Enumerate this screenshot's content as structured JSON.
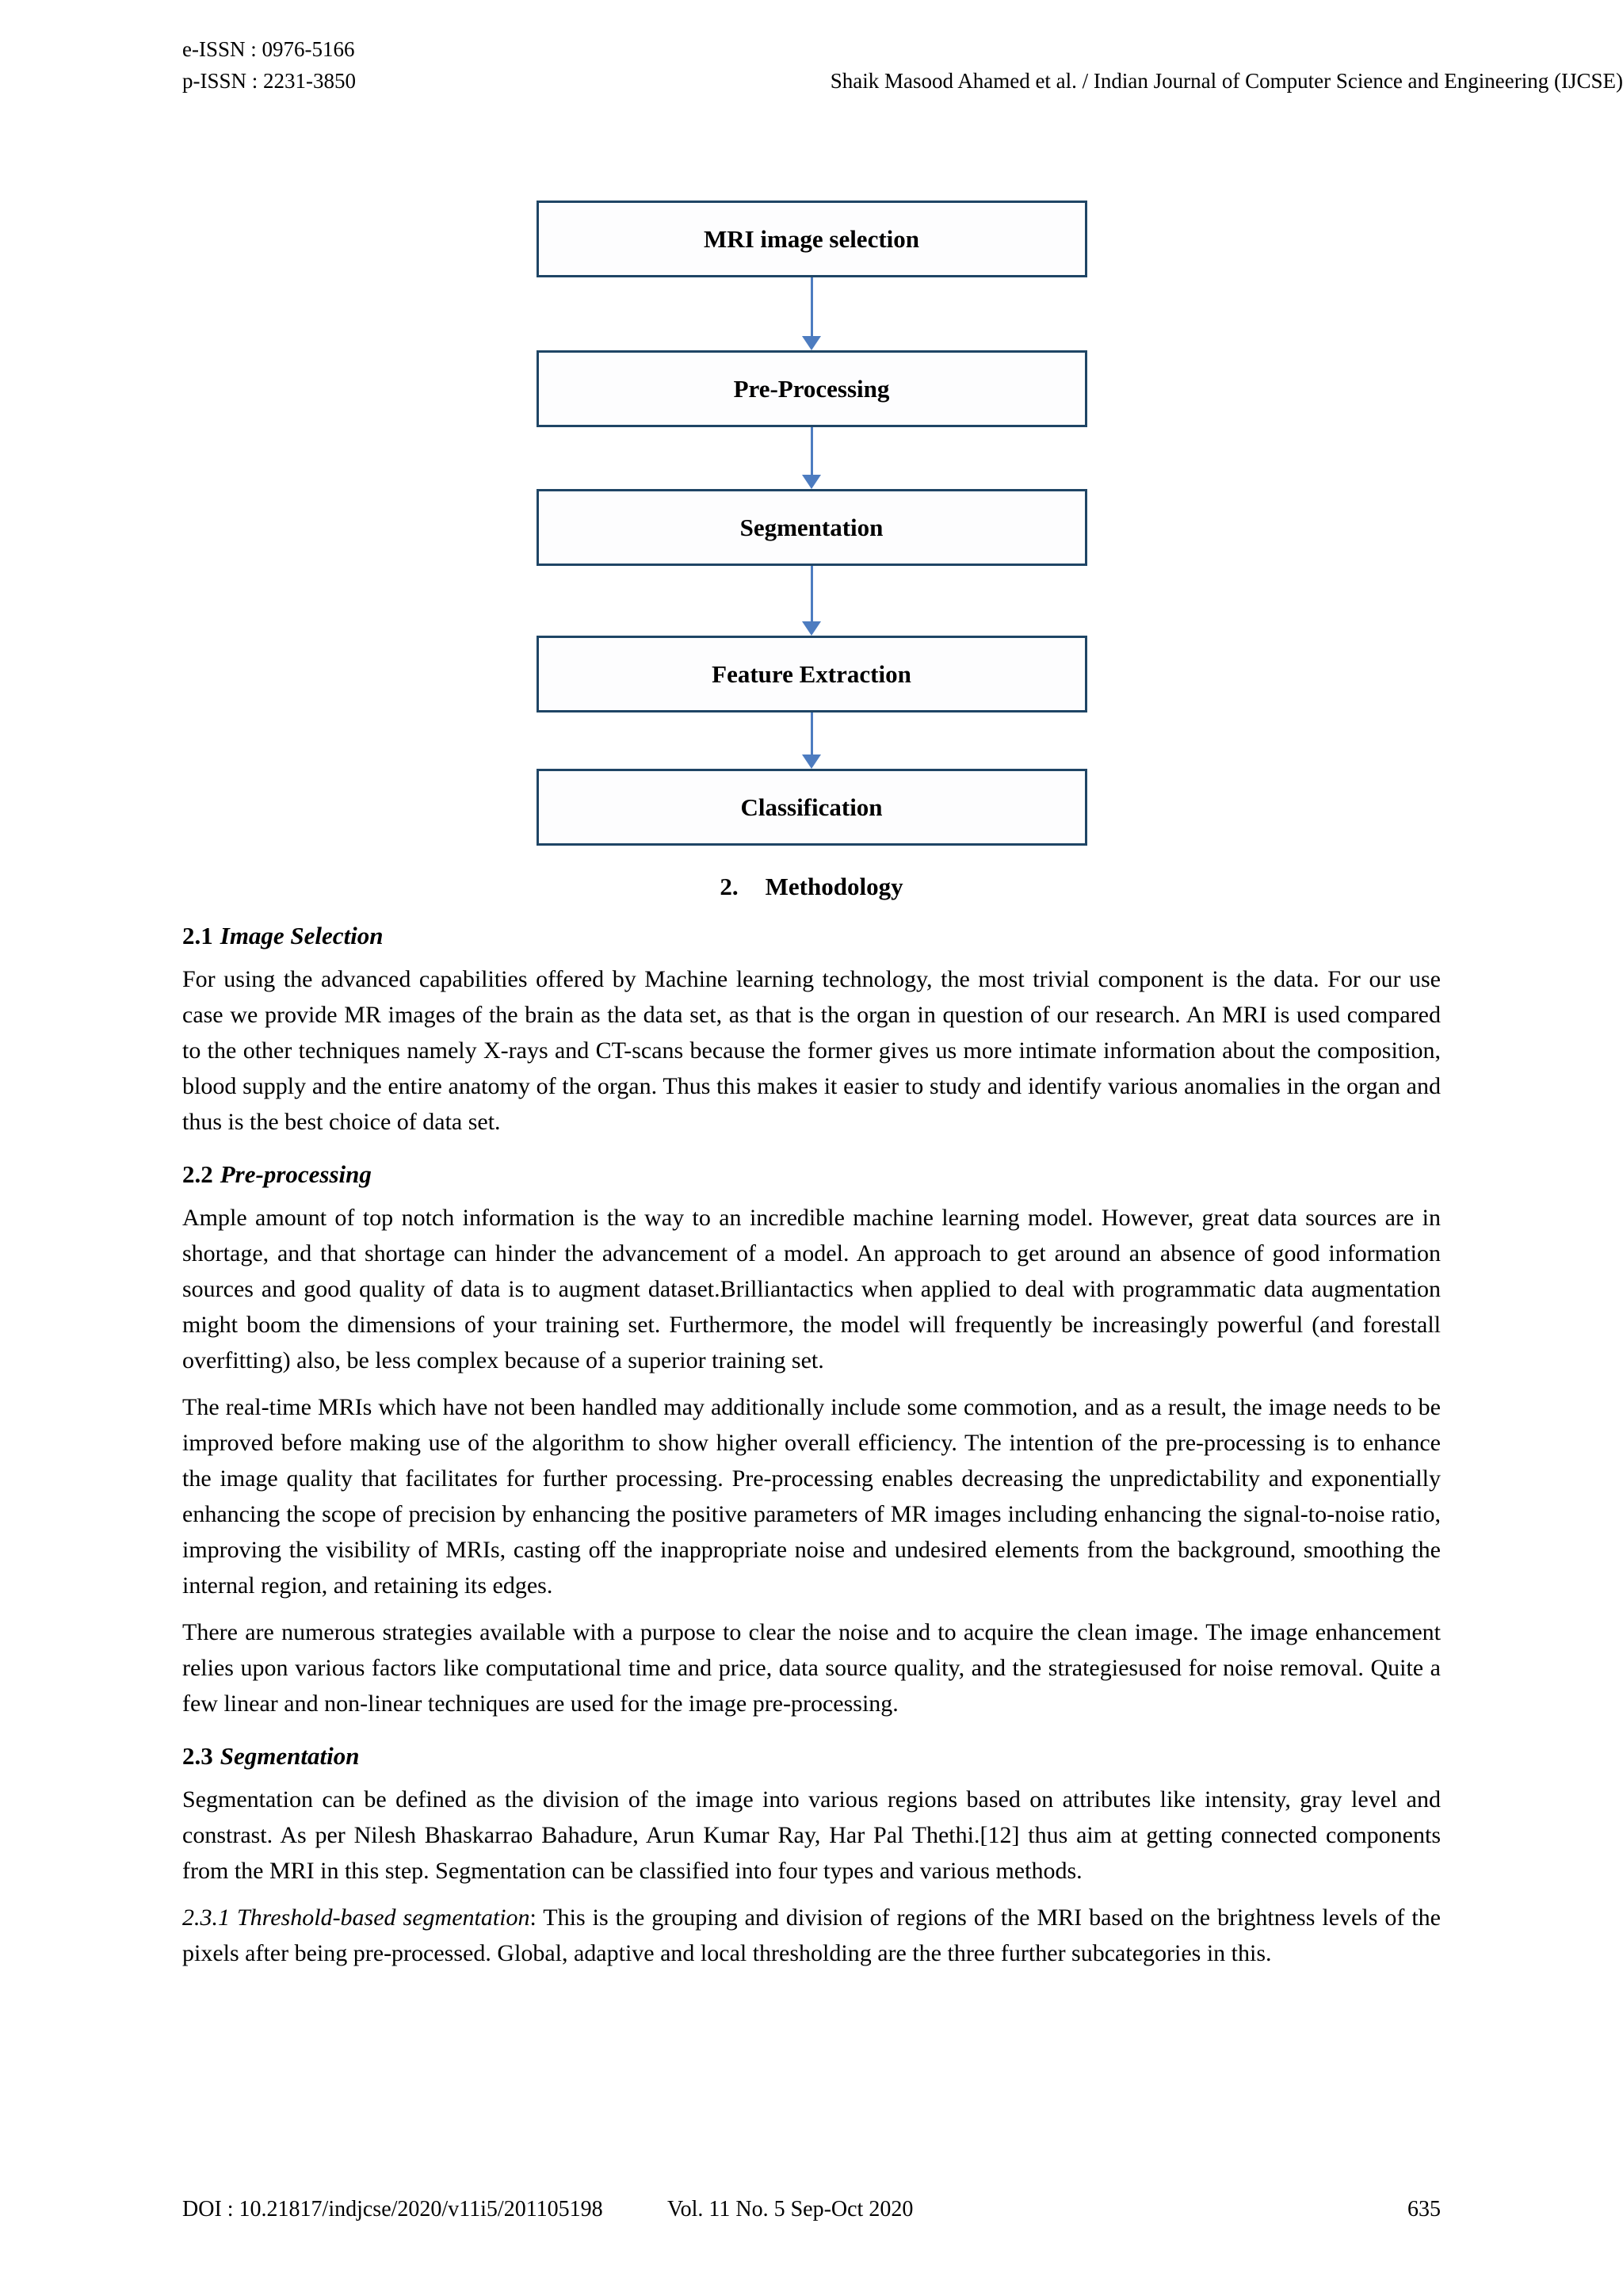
{
  "header": {
    "eissn": "e-ISSN : 0976-5166",
    "pissn": "p-ISSN : 2231-3850",
    "running_title": "Shaik Masood Ahamed et al. / Indian Journal of Computer Science and Engineering (IJCSE)"
  },
  "figure": {
    "boxes": [
      "MRI image selection",
      "Pre-Processing",
      "Segmentation",
      "Feature Extraction",
      "Classification"
    ],
    "caption_number": "2.",
    "caption_label": "Methodology",
    "box_border_color": "#1f4565",
    "arrow_color": "#4d7cc0"
  },
  "sections": [
    {
      "number": "2.1",
      "title": "Image Selection",
      "paragraphs": [
        "For using the advanced capabilities offered by Machine learning technology, the most trivial component is the data. For our use case we provide MR images of the brain as the data set, as that is the organ in question of our research. An MRI is used compared to the other techniques namely X-rays and CT-scans because the former gives us more intimate information about the composition, blood supply and the entire anatomy of the organ. Thus this makes it easier to study and identify various anomalies in the organ and thus is the best choice of data set."
      ]
    },
    {
      "number": "2.2",
      "title": "Pre-processing",
      "paragraphs": [
        "Ample amount of top notch information is the way to an incredible machine learning model. However, great data sources are in shortage, and that shortage can hinder the advancement of a model. An approach to get around an absence of good information sources and good quality of data is to augment dataset.Brilliantactics when applied to deal with programmatic data augmentation might boom the dimensions of your training set. Furthermore, the model will frequently be increasingly powerful (and forestall overfitting) also, be less complex because of a superior training set.",
        "The real-time MRIs which have not been handled may additionally include some commotion, and as a result, the image needs to be improved before making use of the algorithm to show higher overall efficiency. The intention of the pre-processing is to enhance the image quality that facilitates for further processing. Pre-processing enables decreasing the unpredictability and exponentially enhancing the scope of precision by enhancing the positive parameters of MR images including enhancing the signal-to-noise ratio, improving the visibility of MRIs, casting off the inappropriate noise and undesired elements from the background, smoothing the internal region, and retaining its edges.",
        "There are numerous strategies available with a purpose to clear the noise and to acquire the clean image. The image enhancement relies upon various factors like computational time and price, data source quality, and the strategiesused for noise removal. Quite a few linear and non-linear techniques are used for the image pre-processing."
      ]
    },
    {
      "number": "2.3",
      "title": "Segmentation",
      "paragraphs": [
        "Segmentation can be defined as the division of the image into various regions based on attributes like intensity, gray level and constrast. As per Nilesh Bhaskarrao Bahadure, Arun Kumar Ray, Har Pal Thethi.[12] thus aim at getting connected components from the MRI in this step. Segmentation can be classified into four types and various methods."
      ]
    }
  ],
  "subsection": {
    "label": "2.3.1 Threshold-based segmentation",
    "rest": ": This is the grouping and division of regions of the MRI based on the brightness levels of the pixels after being pre-processed. Global, adaptive and local thresholding are the three further subcategories in this."
  },
  "footer": {
    "doi": "DOI : 10.21817/indjcse/2020/v11i5/201105198",
    "volume": "Vol. 11 No. 5 Sep-Oct 2020",
    "page_number": "635"
  }
}
